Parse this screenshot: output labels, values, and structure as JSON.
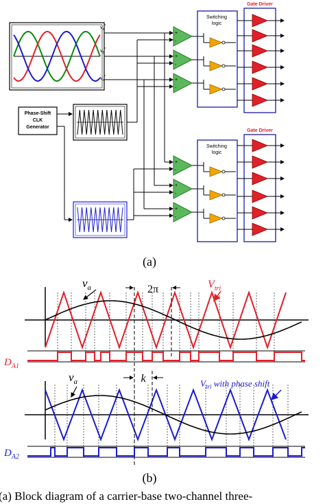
{
  "part_a": {
    "label": "(a)",
    "clk_box": [
      "Phase-Shift",
      "CLK",
      "Generator"
    ],
    "switch_label_top": [
      "Switching",
      "logic"
    ],
    "switch_label_bottom": [
      "Switching",
      "logic"
    ],
    "gate_label_top": "Gate Driver",
    "gate_label_bottom": "Gate Driver",
    "ref_labels": [
      "v",
      "v",
      "v"
    ],
    "ref_subs": [
      "a",
      "b",
      "c"
    ],
    "ref_sups": [
      "*",
      "*",
      "*"
    ],
    "colors": {
      "comparator": "#5cb85c",
      "nand": "#f0a500",
      "driver": "#e0202a",
      "box_blue": "#1a1aa0",
      "gate_label": "#e0202a"
    }
  },
  "part_b": {
    "label": "(b)",
    "va_label": "v",
    "va_sub": "a",
    "va_label2": "v",
    "va_sub2": "a",
    "two_pi": "2π",
    "k": "k",
    "vtri": "V",
    "vtri_sub": "tri",
    "vtri_shift": "V",
    "vtri_shift_sub": "tri",
    "vtri_shift_suffix": " with phase shift",
    "da1": "D",
    "da1_sub": "A1",
    "da2": "D",
    "da2_sub": "A2",
    "colors": {
      "red": "#e0202a",
      "blue": "#1a1ad0"
    }
  },
  "caption": "(a) Block diagram of a carrier-base two-channel three-"
}
